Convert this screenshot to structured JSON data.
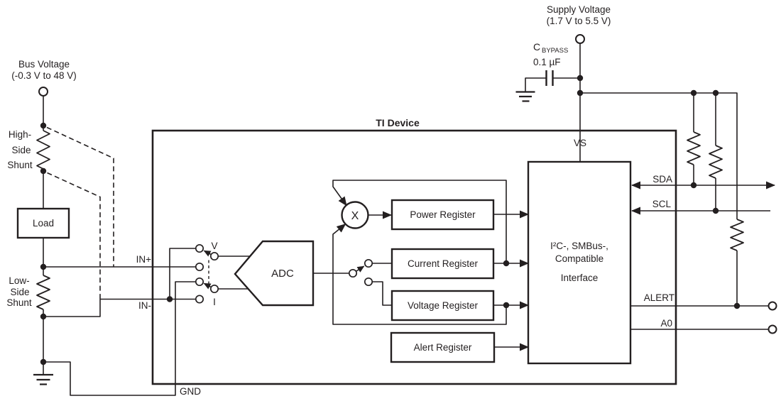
{
  "figure": {
    "device_label": "TI Device",
    "bus": {
      "title": "Bus Voltage",
      "range": "(-0.3 V to 48 V)"
    },
    "supply": {
      "title": "Supply Voltage",
      "range": "(1.7 V to 5.5 V)"
    },
    "cap": {
      "name": "C",
      "subscript": "BYPASS",
      "value": "0.1 µF"
    },
    "shunts": {
      "high": [
        "High-",
        "Side",
        "Shunt"
      ],
      "low": [
        "Low-",
        "Side",
        "Shunt"
      ]
    },
    "load": "Load",
    "pins": {
      "in_plus": "IN+",
      "in_minus": "IN-",
      "vs": "VS",
      "gnd": "GND",
      "sda": "SDA",
      "scl": "SCL",
      "alert": "ALERT",
      "a0": "A0"
    },
    "switch_labels": {
      "v": "V",
      "i": "I"
    },
    "blocks": {
      "adc": "ADC",
      "multiplier": "X",
      "power_register": "Power Register",
      "current_register": "Current Register",
      "voltage_register": "Voltage Register",
      "alert_register": "Alert Register",
      "interface_line1": "I²C-, SMBus-,",
      "interface_line2": "Compatible",
      "interface_line3": "Interface"
    },
    "colors": {
      "line": "#231f20",
      "background": "#ffffff"
    }
  }
}
